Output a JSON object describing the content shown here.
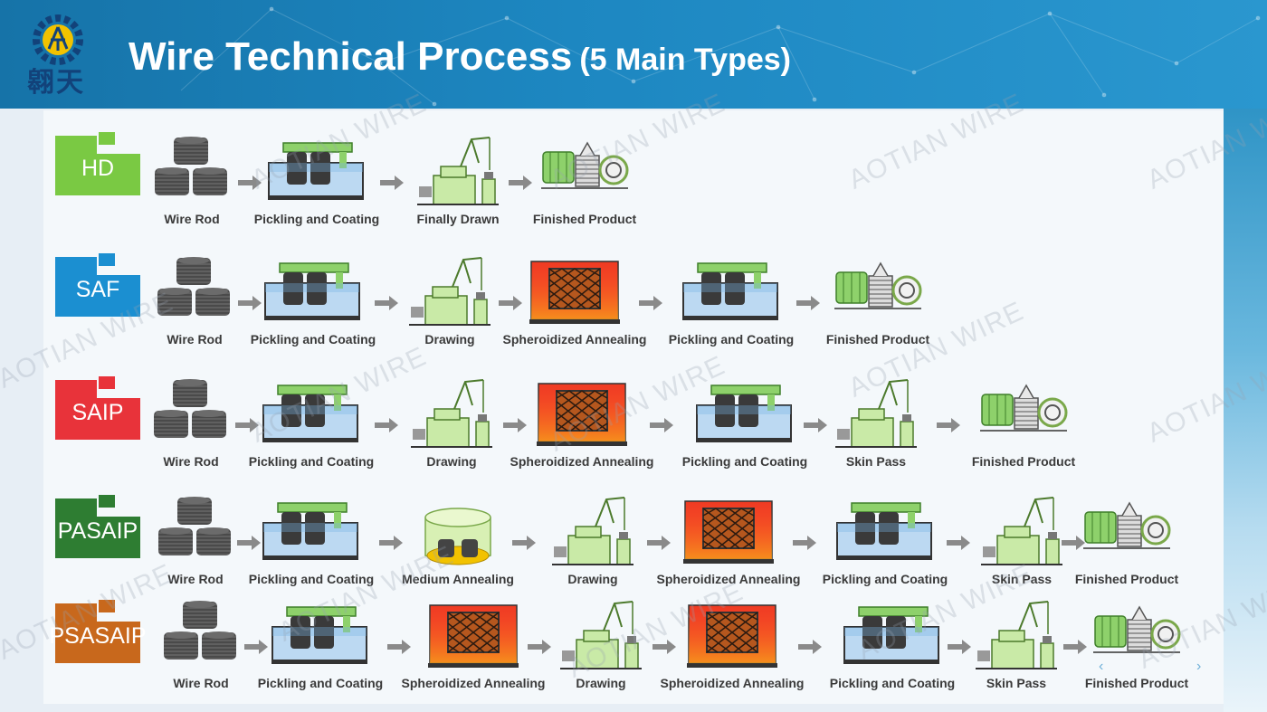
{
  "header": {
    "logo_text": "翱天",
    "title_main": "Wire Technical Process",
    "title_sub": "(5 Main Types)"
  },
  "watermark": "AOTIAN WIRE",
  "colors": {
    "header": "#1d87c1",
    "HD": "#7ac943",
    "SAF": "#1b8fd1",
    "SAIP": "#e8333a",
    "PASAIP": "#2e7d32",
    "PSASAIP": "#c8681c"
  },
  "rows": [
    {
      "code": "HD",
      "steps": [
        {
          "label": "Wire Rod",
          "icon": "wire-rod"
        },
        {
          "label": "Pickling and Coating",
          "icon": "pickling-tank"
        },
        {
          "label": "Finally Drawn",
          "icon": "drawing-machine"
        },
        {
          "label": "Finished Product",
          "icon": "finished-product"
        }
      ]
    },
    {
      "code": "SAF",
      "steps": [
        {
          "label": "Wire Rod",
          "icon": "wire-rod"
        },
        {
          "label": "Pickling and Coating",
          "icon": "pickling-tank"
        },
        {
          "label": "Drawing",
          "icon": "drawing-machine"
        },
        {
          "label": "Spheroidized Annealing",
          "icon": "annealing-furnace"
        },
        {
          "label": "Pickling and Coating",
          "icon": "pickling-tank"
        },
        {
          "label": "Finished Product",
          "icon": "finished-product"
        }
      ]
    },
    {
      "code": "SAIP",
      "steps": [
        {
          "label": "Wire Rod",
          "icon": "wire-rod"
        },
        {
          "label": "Pickling and Coating",
          "icon": "pickling-tank"
        },
        {
          "label": "Drawing",
          "icon": "drawing-machine"
        },
        {
          "label": "Spheroidized Annealing",
          "icon": "annealing-furnace"
        },
        {
          "label": "Pickling and Coating",
          "icon": "pickling-tank"
        },
        {
          "label": "Skin Pass",
          "icon": "drawing-machine"
        },
        {
          "label": "Finished Product",
          "icon": "finished-product"
        }
      ]
    },
    {
      "code": "PASAIP",
      "steps": [
        {
          "label": "Wire Rod",
          "icon": "wire-rod"
        },
        {
          "label": "Pickling and Coating",
          "icon": "pickling-tank"
        },
        {
          "label": "Medium Annealing",
          "icon": "bell-furnace"
        },
        {
          "label": "Drawing",
          "icon": "drawing-machine"
        },
        {
          "label": "Spheroidized Annealing",
          "icon": "annealing-furnace"
        },
        {
          "label": "Pickling and Coating",
          "icon": "pickling-tank"
        },
        {
          "label": "Skin Pass",
          "icon": "drawing-machine"
        },
        {
          "label": "Finished Product",
          "icon": "finished-product"
        }
      ]
    },
    {
      "code": "PSASAIP",
      "steps": [
        {
          "label": "Wire Rod",
          "icon": "wire-rod"
        },
        {
          "label": "Pickling and Coating",
          "icon": "pickling-tank"
        },
        {
          "label": "Spheroidized Annealing",
          "icon": "annealing-furnace"
        },
        {
          "label": "Drawing",
          "icon": "drawing-machine"
        },
        {
          "label": "Spheroidized Annealing",
          "icon": "annealing-furnace"
        },
        {
          "label": "Pickling and Coating",
          "icon": "pickling-tank"
        },
        {
          "label": "Skin Pass",
          "icon": "drawing-machine"
        },
        {
          "label": "Finished Product",
          "icon": "finished-product"
        }
      ]
    }
  ]
}
